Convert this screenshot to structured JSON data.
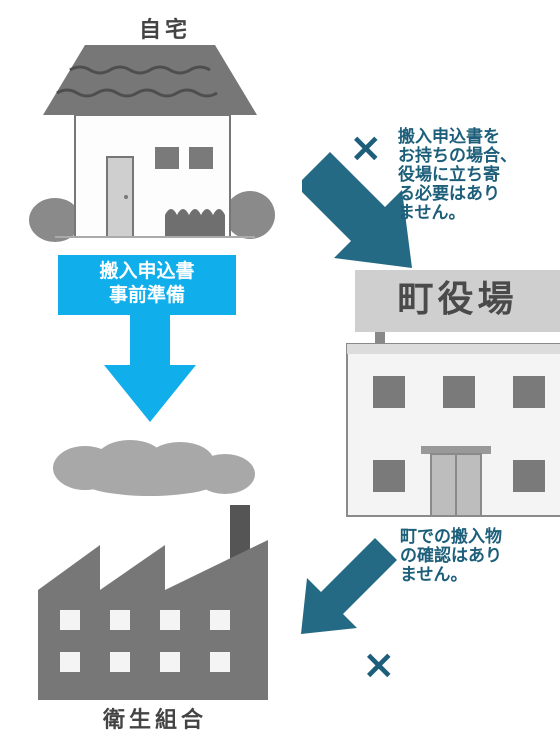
{
  "labels": {
    "home": "自宅",
    "townhall_sign": "町役場",
    "factory": "衛生組合"
  },
  "prep_box": {
    "line1": "搬入申込書",
    "line2": "事前準備"
  },
  "note_top": [
    "搬入申込書を",
    "お持ちの場合、",
    "役場に立ち寄",
    "る必要はあり",
    "ません。"
  ],
  "note_bottom": [
    "町での搬入物",
    "の確認はあり",
    "ません。"
  ],
  "marks": {
    "cross_top": "×",
    "cross_bottom": "×"
  },
  "colors": {
    "dark_arrow": "#256a84",
    "blue_arrow": "#10aeeb",
    "text_dark": "#1d5f7a"
  }
}
